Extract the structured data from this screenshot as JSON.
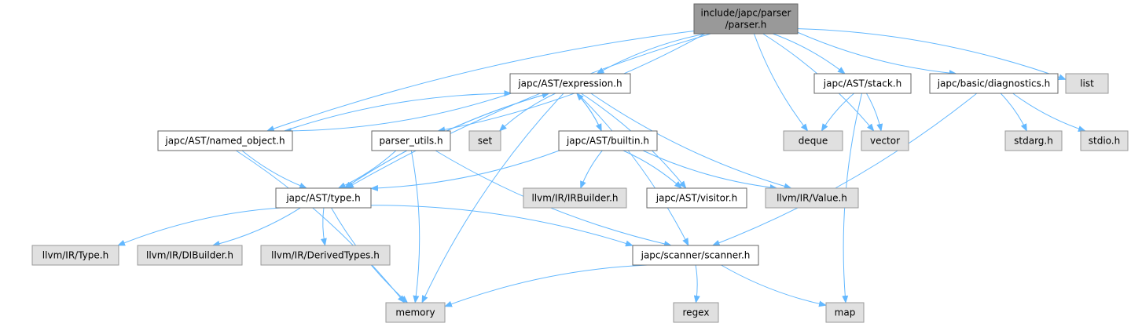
{
  "colors": {
    "edge": "#63b8ff",
    "root_fill": "#999999",
    "local_fill": "#ffffff",
    "local_stroke": "#666666",
    "system_fill": "#e0e0e0",
    "system_stroke": "#999999"
  },
  "nodes": [
    {
      "id": "parser_h",
      "kind": "root",
      "lines": [
        "include/japc/parser",
        "/parser.h"
      ]
    },
    {
      "id": "expression_h",
      "kind": "local",
      "lines": [
        "japc/AST/expression.h"
      ]
    },
    {
      "id": "stack_h",
      "kind": "local",
      "lines": [
        "japc/AST/stack.h"
      ]
    },
    {
      "id": "diagnostics_h",
      "kind": "local",
      "lines": [
        "japc/basic/diagnostics.h"
      ]
    },
    {
      "id": "list",
      "kind": "system",
      "lines": [
        "list"
      ]
    },
    {
      "id": "named_object_h",
      "kind": "local",
      "lines": [
        "japc/AST/named_object.h"
      ]
    },
    {
      "id": "parser_utils_h",
      "kind": "local",
      "lines": [
        "parser_utils.h"
      ]
    },
    {
      "id": "set",
      "kind": "system",
      "lines": [
        "set"
      ]
    },
    {
      "id": "builtin_h",
      "kind": "local",
      "lines": [
        "japc/AST/builtin.h"
      ]
    },
    {
      "id": "deque",
      "kind": "system",
      "lines": [
        "deque"
      ]
    },
    {
      "id": "vector",
      "kind": "system",
      "lines": [
        "vector"
      ]
    },
    {
      "id": "stdarg_h",
      "kind": "system",
      "lines": [
        "stdarg.h"
      ]
    },
    {
      "id": "stdio_h",
      "kind": "system",
      "lines": [
        "stdio.h"
      ]
    },
    {
      "id": "type_h",
      "kind": "local",
      "lines": [
        "japc/AST/type.h"
      ]
    },
    {
      "id": "irbuilder_h",
      "kind": "system",
      "lines": [
        "llvm/IR/IRBuilder.h"
      ]
    },
    {
      "id": "visitor_h",
      "kind": "local",
      "lines": [
        "japc/AST/visitor.h"
      ]
    },
    {
      "id": "value_h",
      "kind": "system",
      "lines": [
        "llvm/IR/Value.h"
      ]
    },
    {
      "id": "irtype_h",
      "kind": "system",
      "lines": [
        "llvm/IR/Type.h"
      ]
    },
    {
      "id": "dibuilder_h",
      "kind": "system",
      "lines": [
        "llvm/IR/DIBuilder.h"
      ]
    },
    {
      "id": "derivedtypes_h",
      "kind": "system",
      "lines": [
        "llvm/IR/DerivedTypes.h"
      ]
    },
    {
      "id": "scanner_h",
      "kind": "local",
      "lines": [
        "japc/scanner/scanner.h"
      ]
    },
    {
      "id": "memory",
      "kind": "system",
      "lines": [
        "memory"
      ]
    },
    {
      "id": "regex",
      "kind": "system",
      "lines": [
        "regex"
      ]
    },
    {
      "id": "map",
      "kind": "system",
      "lines": [
        "map"
      ]
    }
  ],
  "edges": [
    [
      "parser_h",
      "expression_h"
    ],
    [
      "parser_h",
      "stack_h"
    ],
    [
      "parser_h",
      "diagnostics_h"
    ],
    [
      "parser_h",
      "list"
    ],
    [
      "parser_h",
      "named_object_h"
    ],
    [
      "parser_h",
      "parser_utils_h"
    ],
    [
      "parser_h",
      "deque"
    ],
    [
      "parser_h",
      "vector"
    ],
    [
      "parser_h",
      "type_h"
    ],
    [
      "expression_h",
      "named_object_h"
    ],
    [
      "expression_h",
      "set"
    ],
    [
      "expression_h",
      "builtin_h"
    ],
    [
      "expression_h",
      "type_h"
    ],
    [
      "expression_h",
      "visitor_h"
    ],
    [
      "expression_h",
      "value_h"
    ],
    [
      "expression_h",
      "scanner_h"
    ],
    [
      "expression_h",
      "memory"
    ],
    [
      "named_object_h",
      "expression_h"
    ],
    [
      "named_object_h",
      "type_h"
    ],
    [
      "named_object_h",
      "memory"
    ],
    [
      "builtin_h",
      "expression_h"
    ],
    [
      "builtin_h",
      "type_h"
    ],
    [
      "builtin_h",
      "irbuilder_h"
    ],
    [
      "builtin_h",
      "visitor_h"
    ],
    [
      "builtin_h",
      "value_h"
    ],
    [
      "type_h",
      "expression_h"
    ],
    [
      "type_h",
      "irtype_h"
    ],
    [
      "type_h",
      "dibuilder_h"
    ],
    [
      "type_h",
      "derivedtypes_h"
    ],
    [
      "type_h",
      "scanner_h"
    ],
    [
      "type_h",
      "memory"
    ],
    [
      "parser_utils_h",
      "type_h"
    ],
    [
      "parser_utils_h",
      "scanner_h"
    ],
    [
      "parser_utils_h",
      "memory"
    ],
    [
      "stack_h",
      "deque"
    ],
    [
      "stack_h",
      "vector"
    ],
    [
      "stack_h",
      "map"
    ],
    [
      "diagnostics_h",
      "stdarg_h"
    ],
    [
      "diagnostics_h",
      "stdio_h"
    ],
    [
      "diagnostics_h",
      "scanner_h"
    ],
    [
      "scanner_h",
      "memory"
    ],
    [
      "scanner_h",
      "regex"
    ],
    [
      "scanner_h",
      "map"
    ]
  ]
}
